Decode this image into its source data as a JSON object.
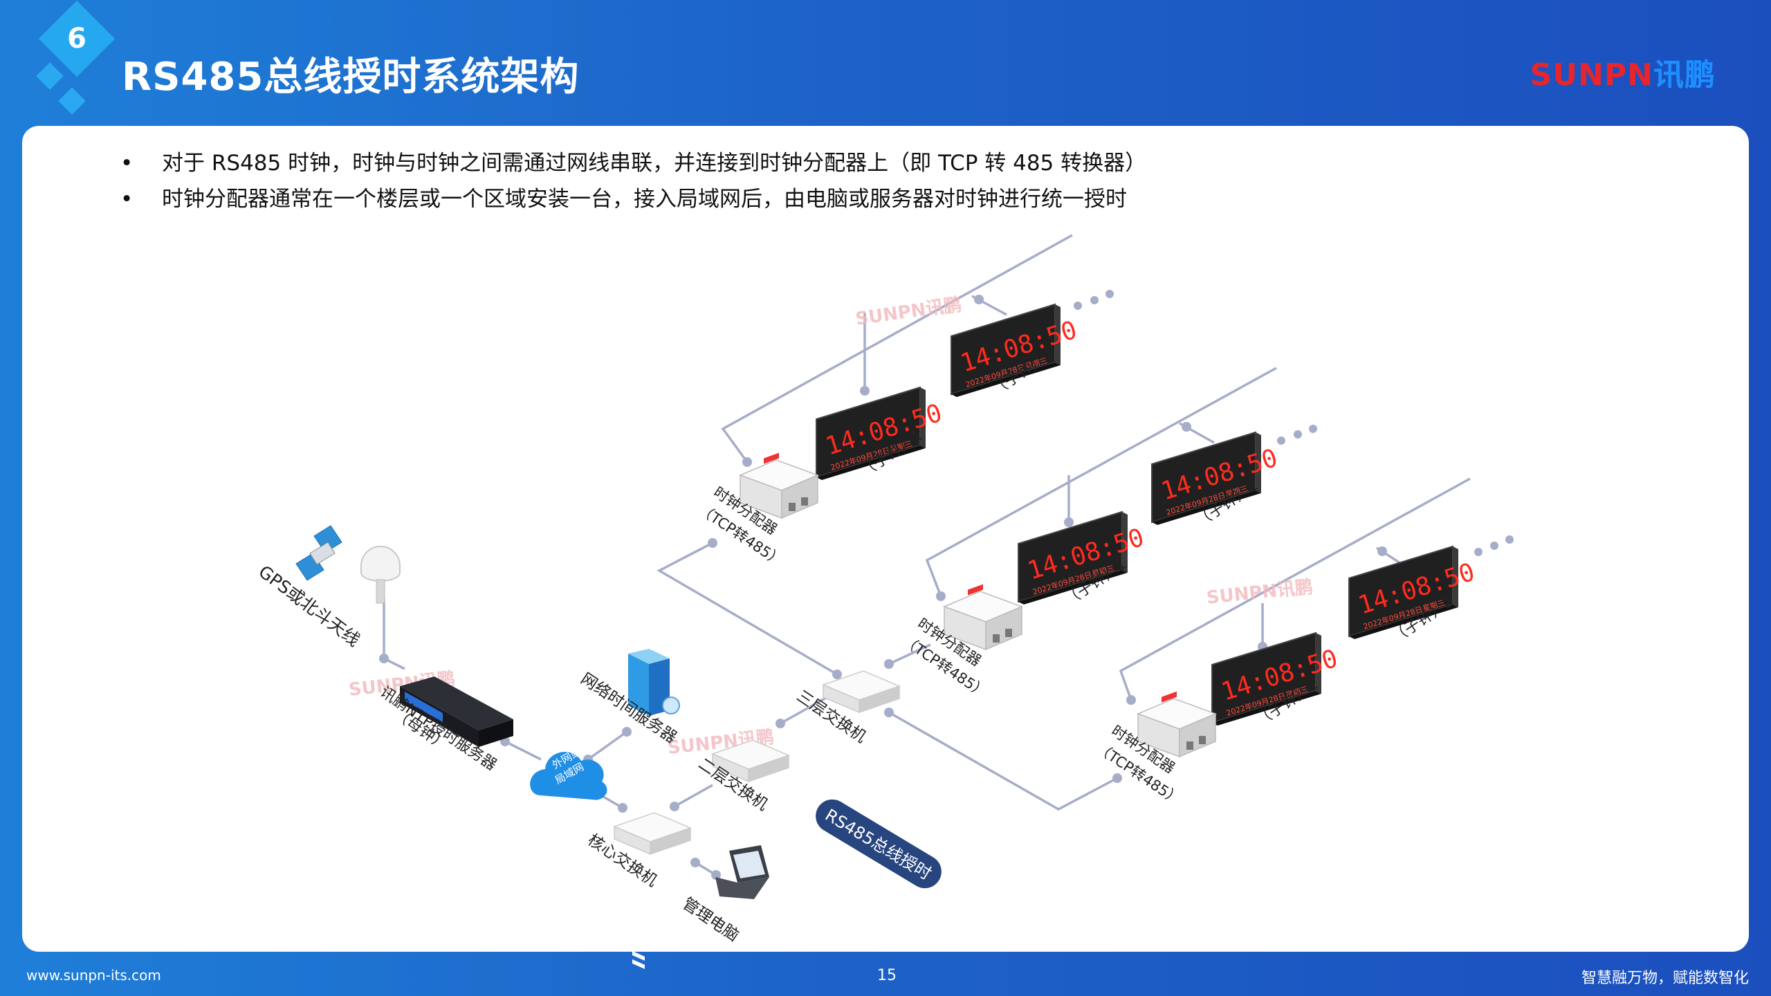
{
  "header": {
    "slide_number": "6",
    "title": "RS485总线授时系统架构",
    "brand_latin": "SUNPN",
    "brand_cn": "讯鹏"
  },
  "bullets": [
    "对于 RS485 时钟，时钟与时钟之间需通过网线串联，并连接到时钟分配器上（即 TCP 转 485 转换器）",
    "时钟分配器通常在一个楼层或一个区域安装一台，接入局域网后，由电脑或服务器对时钟进行统一授时"
  ],
  "diagram": {
    "antenna_label": "GPS或北斗天线",
    "ntp_server_label": "讯鹏NTP授时服务器",
    "ntp_server_sub": "（母钟）",
    "cloud_line1": "外网或",
    "cloud_line2": "局域网",
    "time_server_label": "网络时间服务器",
    "l2_switch_label": "二层交换机",
    "l3_switch_label": "三层交换机",
    "core_switch_label": "核心交换机",
    "pc_label": "管理电脑",
    "distributor_label": "时钟分配器",
    "distributor_sub": "（TCP转485）",
    "clock_time": "14:08:50",
    "clock_date": "2022年09月28日",
    "clock_week": "星期三",
    "clock1_label": "（子钟）1",
    "clock2_label": "（子钟）2",
    "watermark": "SUNPN讯鹏",
    "pill_label": "RS485总线授时"
  },
  "footer": {
    "url": "www.sunpn-its.com",
    "page": "15",
    "slogan": "智慧融万物，赋能数智化"
  }
}
